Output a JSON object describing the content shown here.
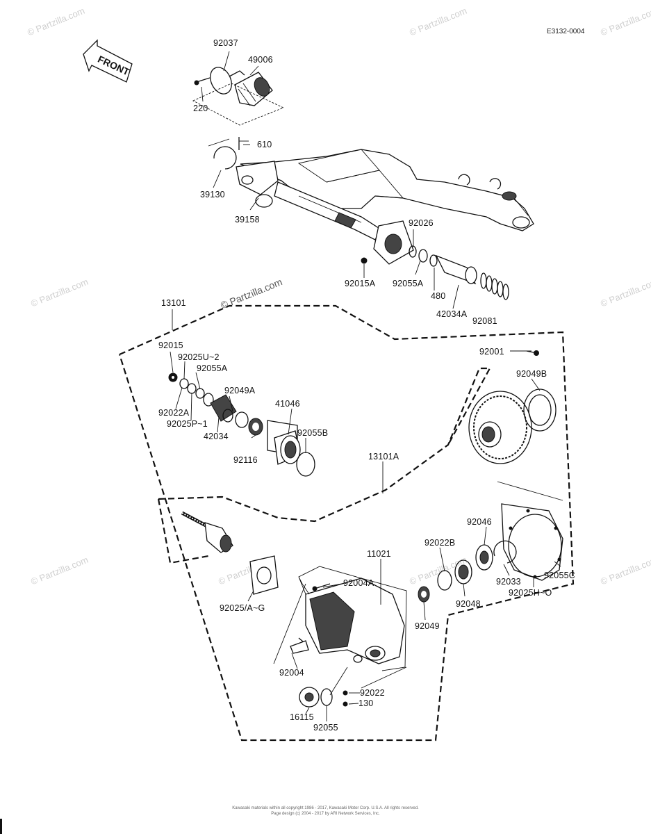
{
  "diagram": {
    "code": "E3132-0004",
    "front_label": "FRONT",
    "watermark": "© Partzilla.com",
    "footer_line1": "Kawasaki materials within all copyright 1986 - 2017, Kawasaki Motor Corp. U.S.A.  All rights reserved.",
    "footer_line2": "Page design (c) 2004 - 2017 by ARI Network Services, Inc.",
    "labels": {
      "p92037": "92037",
      "p49006": "49006",
      "p220": "220",
      "p610": "610",
      "p39130": "39130",
      "p39158": "39158",
      "p92026": "92026",
      "p92015A": "92015A",
      "p92055A_top": "92055A",
      "p480": "480",
      "p42034A": "42034A",
      "p92081": "92081",
      "p13101": "13101",
      "p92015": "92015",
      "p92025U2": "92025U~2",
      "p92055A": "92055A",
      "p92022A": "92022A",
      "p92025P1": "92025P~1",
      "p42034": "42034",
      "p92049A": "92049A",
      "p41046": "41046",
      "p92055B": "92055B",
      "p92116": "92116",
      "p13101A": "13101A",
      "p92001": "92001",
      "p92049B": "92049B",
      "p92046": "92046",
      "p92022B": "92022B",
      "p11021": "11021",
      "p92004A": "92004A",
      "p92025AG": "92025/A~G",
      "p92033": "92033",
      "p92055C": "92055C",
      "p92025HO": "92025H~O",
      "p92048": "92048",
      "p92049": "92049",
      "p92004": "92004",
      "p92022": "92022",
      "p130": "130",
      "p16115": "16115",
      "p92055": "92055"
    }
  }
}
